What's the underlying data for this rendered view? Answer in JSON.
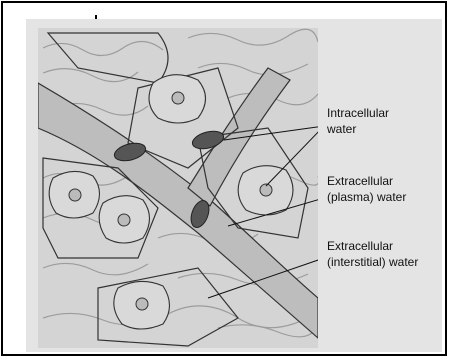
{
  "labels": {
    "intracellular": "Intracellular\nwater",
    "plasma": "Extracellular\n(plasma) water",
    "interstitial": "Extracellular\n(interstitial) water"
  },
  "colors": {
    "background": "#e4e4e4",
    "tissue": "#cfcfcf",
    "vessel": "#b9b9b9",
    "cell_fill": "#d9d9d9",
    "rbc": "#555555",
    "outline": "#333333"
  }
}
